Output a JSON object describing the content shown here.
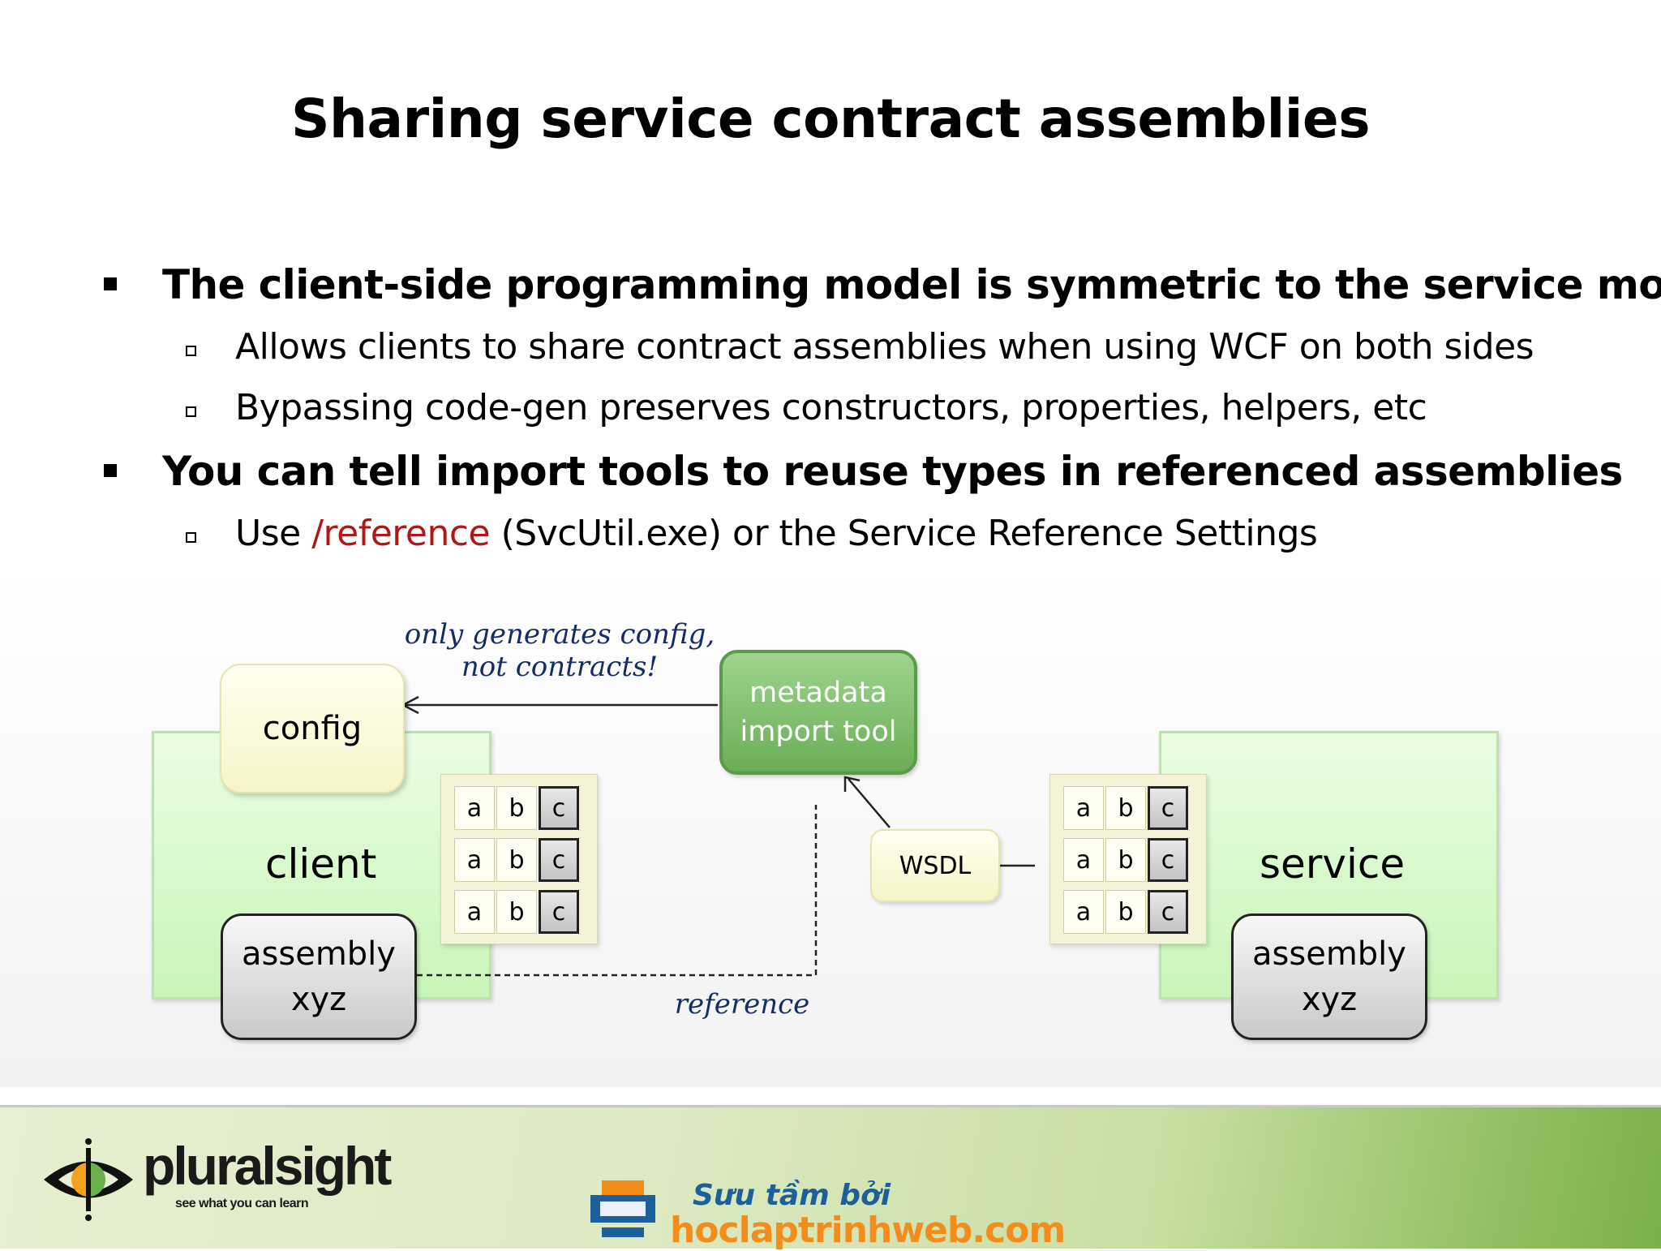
{
  "slide": {
    "title": "Sharing service contract assemblies"
  },
  "bullets": [
    {
      "text": "The client-side programming model is symmetric to the service model",
      "sub": [
        "Allows clients to share contract assemblies when using WCF on both sides",
        "Bypassing code-gen preserves constructors, properties, helpers, etc"
      ]
    },
    {
      "text": "You can tell import tools to reuse types in referenced assemblies",
      "sub_prefix": "Use ",
      "sub_highlight": "/reference",
      "sub_suffix": " (SvcUtil.exe) or the Service Reference Settings"
    }
  ],
  "colors": {
    "highlight": "#b01818",
    "note": "#142d66",
    "metadata_box": "#7bbd68"
  },
  "diagram": {
    "note_line1": "only generates config,",
    "note_line2": "not contracts!",
    "config": "config",
    "client": "client",
    "service": "service",
    "assembly_line1": "assembly",
    "assembly_line2": "xyz",
    "metadata_line1": "metadata",
    "metadata_line2": "import tool",
    "wsdl": "WSDL",
    "reference": "reference",
    "grid_rows": [
      [
        "a",
        "b",
        "c"
      ],
      [
        "a",
        "b",
        "c"
      ],
      [
        "a",
        "b",
        "c"
      ]
    ]
  },
  "footer": {
    "logo_name": "pluralsight",
    "logo_tagline": "see what you can learn",
    "site_line1": "Sưu tầm bởi",
    "site_line2": "hoclaptrinhweb.com"
  },
  "icons": [
    "eye-logo-icon",
    "monitor-logo-icon",
    "arrow-head-icon"
  ]
}
